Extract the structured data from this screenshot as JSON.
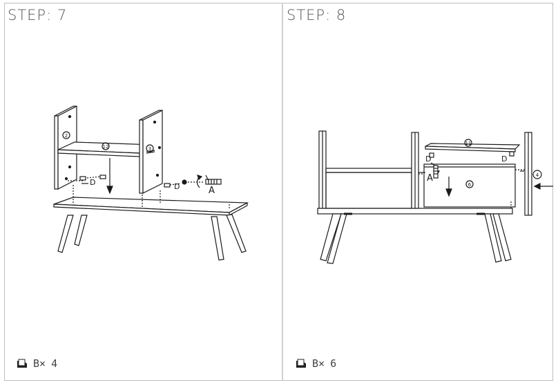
{
  "steps": [
    {
      "title": "STEP: 7",
      "hardware": {
        "code": "B",
        "mult": "×",
        "qty": "4"
      },
      "labels": {
        "panel_left": "2",
        "shelf": "12",
        "panel_right": "3",
        "screw": "A",
        "dowel1": "D",
        "dowel2": "D"
      }
    },
    {
      "title": "STEP: 8",
      "hardware": {
        "code": "B",
        "mult": "×",
        "qty": "6"
      },
      "labels": {
        "top_rail": "11",
        "front_panel": "6",
        "side_panel": "4",
        "screw": "A",
        "dowel1": "D",
        "dowel2": "D"
      }
    }
  ],
  "colors": {
    "line": "#1a1a1a",
    "border": "#bdbdbd",
    "text": "#555555"
  }
}
